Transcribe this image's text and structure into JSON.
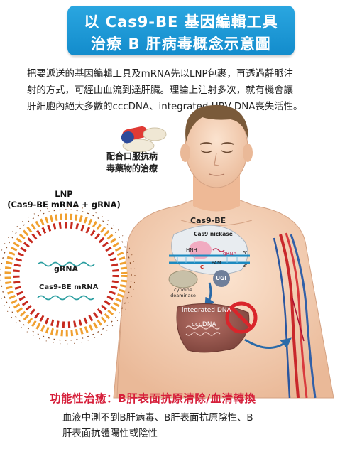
{
  "title": {
    "line1": "以 Cas9-BE 基因編輯工具",
    "line2": "治療 B 肝病毒概念示意圖"
  },
  "intro": {
    "line1": "把要遞送的基因編輯工具及mRNA先以LNP包裹，再透過靜脈注",
    "line2": "射的方式，可經由血流到達肝臟。理論上注射多次，就有機會讓",
    "line3": "肝細胞內絕大多數的cccDNA、integrated HBV DNA喪失活性。"
  },
  "pills": {
    "line1": "配合口服抗病",
    "line2": "毒藥物的治療"
  },
  "lnp": {
    "label": "LNP",
    "sublabel": "(Cas9-BE mRNA + gRNA)",
    "grna": "gRNA",
    "mrna": "Cas9-BE mRNA"
  },
  "complex": {
    "cas9be": "Cas9-BE",
    "nickase": "Cas9 nickase",
    "hnh": "HNH",
    "grna": "gRNA",
    "c_base": "C",
    "pam": "PAM",
    "five_prime": "5'",
    "three_prime": "3'",
    "ugi": "UGI",
    "deaminase": "cytidine deaminase"
  },
  "liver": {
    "integrated": "integrated DNA",
    "cccdna": "cccDNA"
  },
  "functional": {
    "title": "功能性治癒：B肝表面抗原清除/血清轉換",
    "desc_line1": "血液中測不到B肝病毒、B肝表面抗原陰性、B",
    "desc_line2": "肝表面抗體陽性或陰性"
  },
  "colors": {
    "title_bg": "#1b96d4",
    "accent_red": "#d61f3a",
    "liver": "#9a5a50",
    "skin": "#f3cdb0",
    "prohibit": "#d9252b"
  }
}
